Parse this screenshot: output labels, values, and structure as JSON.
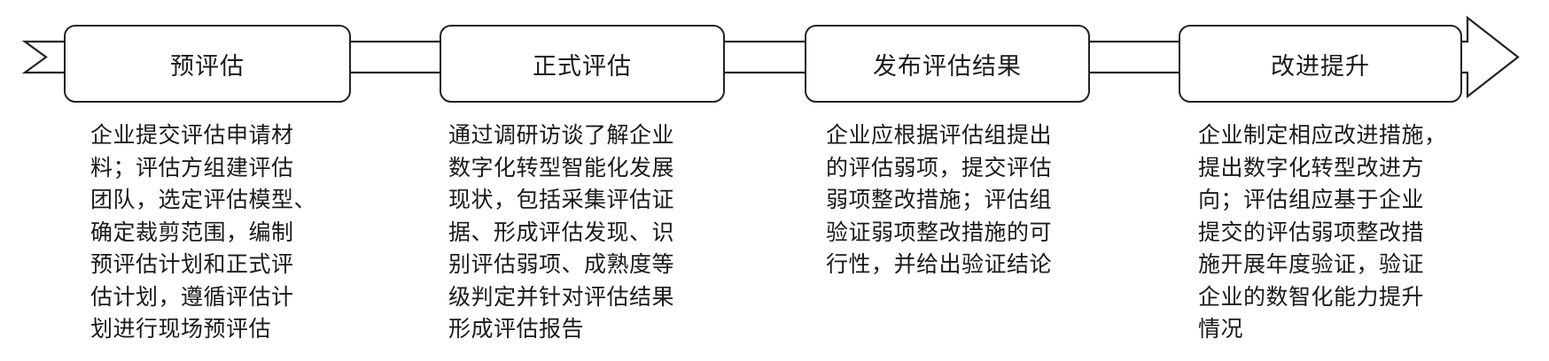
{
  "stages": [
    {
      "title": "预评估",
      "description": "企业提交评估申请材\n料；评估方组建评估\n团队，选定评估模型、\n确定裁剪范围，编制\n预评估计划和正式评\n估计划，遵循评估计\n划进行现场预评估"
    },
    {
      "title": "正式评估",
      "description": "通过调研访谈了解企业\n数字化转型智能化发展\n现状，包括采集评估证\n据、形成评估发现、识\n别评估弱项、成熟度等\n级判定并针对评估结果\n形成评估报告"
    },
    {
      "title": "发布评估结果",
      "description": "企业应根据评估组提出\n的评估弱项，提交评估\n弱项整改措施；评估组\n验证弱项整改措施的可\n行性，并给出验证结论"
    },
    {
      "title": "改进提升",
      "description": "企业制定相应改进措施，\n提出数字化转型改进方\n向；评估组应基于企业\n提交的评估弱项整改措\n施开展年度验证，验证\n企业的数智化能力提升\n情况"
    }
  ]
}
